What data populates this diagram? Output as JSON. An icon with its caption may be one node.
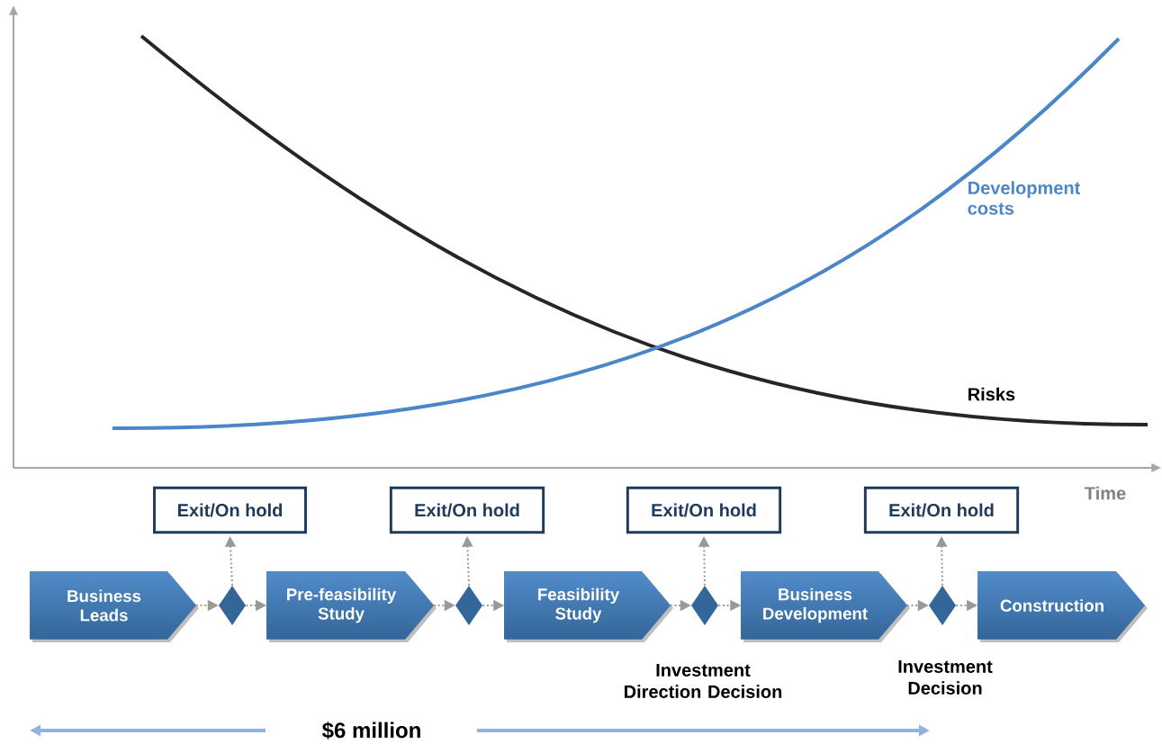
{
  "diagram": {
    "nodes": [
      {
        "text": [
          "Business Leads"
        ]
      },
      {
        "text": [
          "Pre-feasibility Study"
        ]
      },
      {
        "text": [
          "Feasibility Study"
        ]
      },
      {
        "text": [
          "Business Development"
        ]
      },
      {
        "text": [
          "Construction"
        ]
      },
      {
        "text": [],
        "shape": "diamond"
      },
      {
        "text": [],
        "shape": "diamond"
      },
      {
        "text": [],
        "shape": "diamond"
      },
      {
        "text": [],
        "shape": "diamond"
      },
      {
        "text": [
          "Exit/On hold"
        ]
      },
      {
        "text": [
          "Exit/On hold"
        ]
      },
      {
        "text": [
          "Exit/On hold"
        ]
      },
      {
        "text": [
          "Exit/On hold"
        ]
      }
    ],
    "edges": [
      {
        "from": 0,
        "to": 5,
        "arrow": "to"
      },
      {
        "from": 5,
        "to": 1,
        "arrow": "to"
      },
      {
        "from": 1,
        "to": 6,
        "arrow": "to"
      },
      {
        "from": 6,
        "to": 2,
        "arrow": "to"
      },
      {
        "from": 2,
        "to": 7,
        "arrow": "to"
      },
      {
        "from": 7,
        "to": 3,
        "arrow": "to"
      },
      {
        "from": 3,
        "to": 8,
        "arrow": "to"
      },
      {
        "from": 8,
        "to": 4,
        "arrow": "to"
      },
      {
        "from": 5,
        "to": 9,
        "arrow": "to"
      },
      {
        "from": 6,
        "to": 10,
        "arrow": "to"
      },
      {
        "from": 7,
        "to": 11,
        "arrow": "to"
      },
      {
        "from": 8,
        "to": 12,
        "arrow": "to"
      }
    ],
    "labels": [
      "Development costs",
      "Risks",
      "Time",
      "Investment Direction Decision",
      "Investment Decision",
      "$6 million"
    ]
  }
}
